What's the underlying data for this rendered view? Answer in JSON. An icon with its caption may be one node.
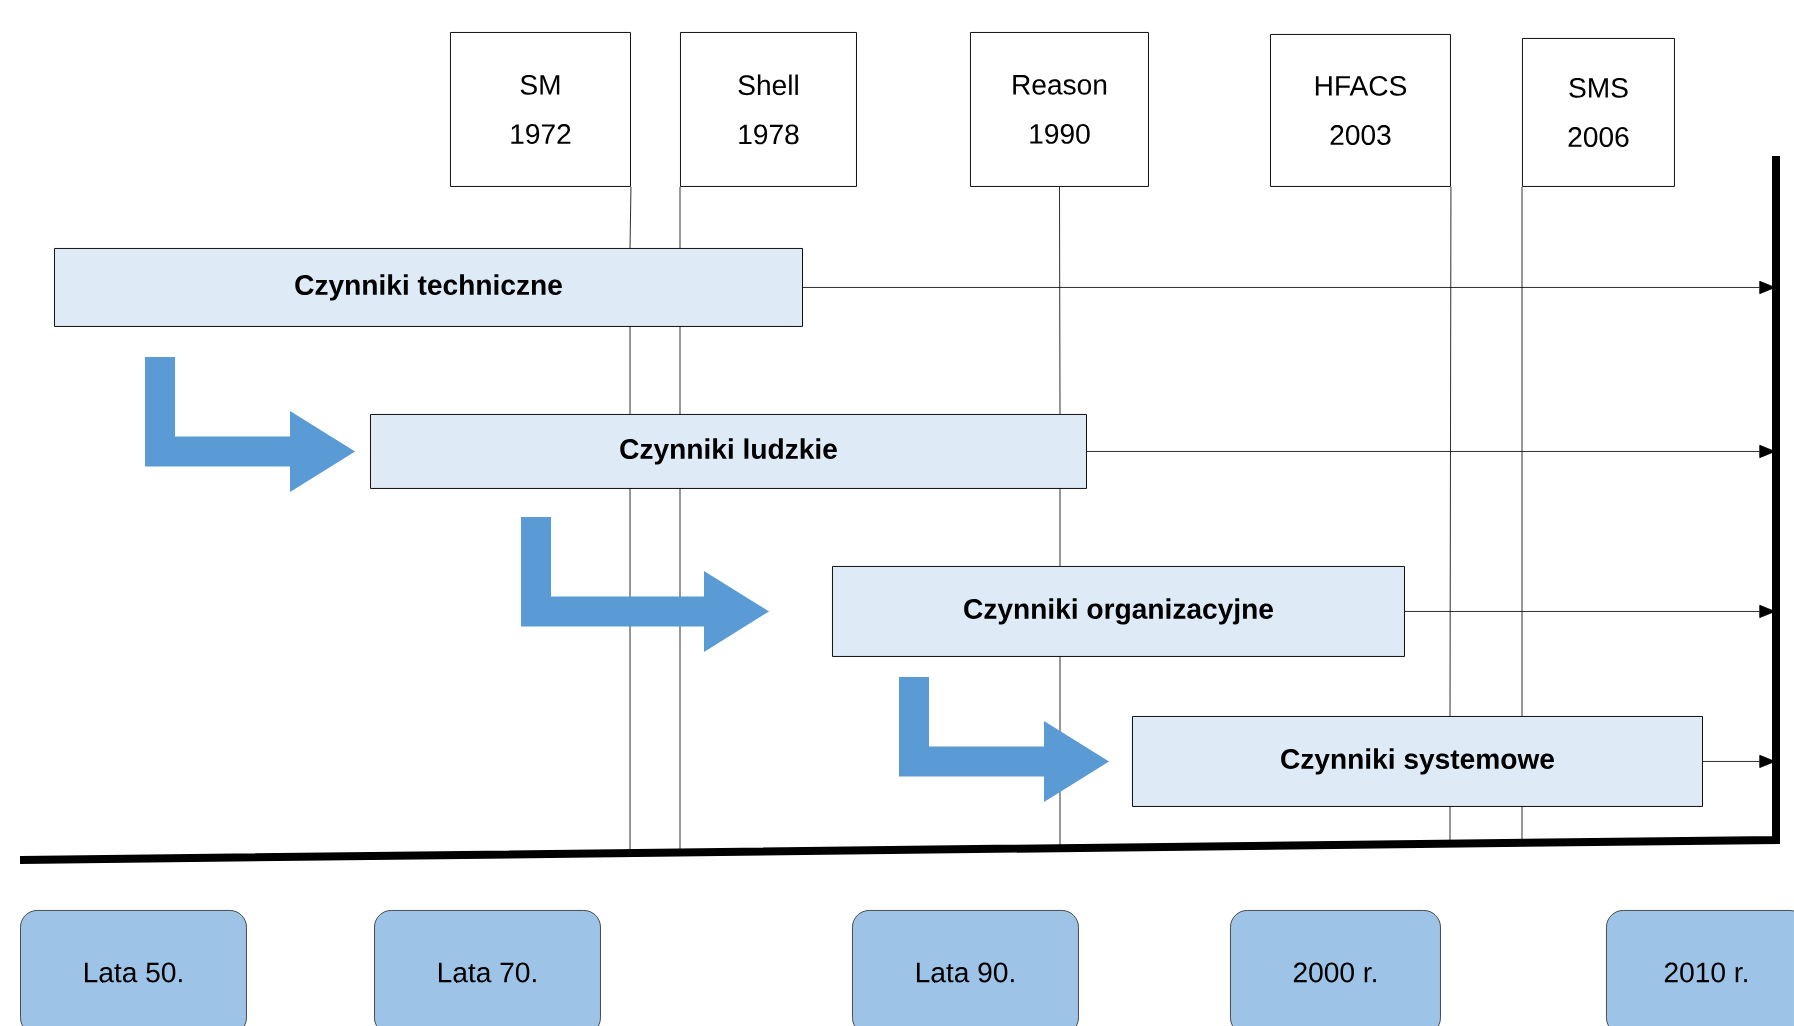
{
  "diagram": {
    "nodes": [
      {
        "text": [
          "SM",
          "1972"
        ]
      },
      {
        "text": [
          "Shell",
          "1978"
        ]
      },
      {
        "text": [
          "Reason",
          "1990"
        ]
      },
      {
        "text": [
          "HFACS",
          "2003"
        ]
      },
      {
        "text": [
          "SMS",
          "2006"
        ]
      },
      {
        "text": [
          "Czynniki techniczne"
        ]
      },
      {
        "text": [
          "Czynniki ludzkie"
        ]
      },
      {
        "text": [
          "Czynniki organizacyjne"
        ]
      },
      {
        "text": [
          "Czynniki systemowe"
        ]
      },
      {
        "text": [
          "Lata 50."
        ]
      },
      {
        "text": [
          "Lata 70."
        ]
      },
      {
        "text": [
          "Lata 90."
        ]
      },
      {
        "text": [
          "2000 r."
        ]
      },
      {
        "text": [
          "2010 r."
        ]
      }
    ],
    "edges": [
      {
        "from": 0,
        "to": null,
        "arrow": "none"
      },
      {
        "from": 1,
        "to": null,
        "arrow": "none"
      },
      {
        "from": 2,
        "to": null,
        "arrow": "none"
      },
      {
        "from": 3,
        "to": null,
        "arrow": "none"
      },
      {
        "from": 4,
        "to": null,
        "arrow": "none"
      },
      {
        "from": 5,
        "to": null,
        "arrow": "to"
      },
      {
        "from": 6,
        "to": null,
        "arrow": "to"
      },
      {
        "from": 7,
        "to": null,
        "arrow": "to"
      },
      {
        "from": 8,
        "to": null,
        "arrow": "to"
      },
      {
        "from": 5,
        "to": 6,
        "arrow": "to",
        "style": "thick",
        "color": "#5b9bd5"
      },
      {
        "from": 6,
        "to": 7,
        "arrow": "to",
        "style": "thick",
        "color": "#5b9bd5"
      },
      {
        "from": 7,
        "to": 8,
        "arrow": "to",
        "style": "thick",
        "color": "#5b9bd5"
      }
    ]
  }
}
